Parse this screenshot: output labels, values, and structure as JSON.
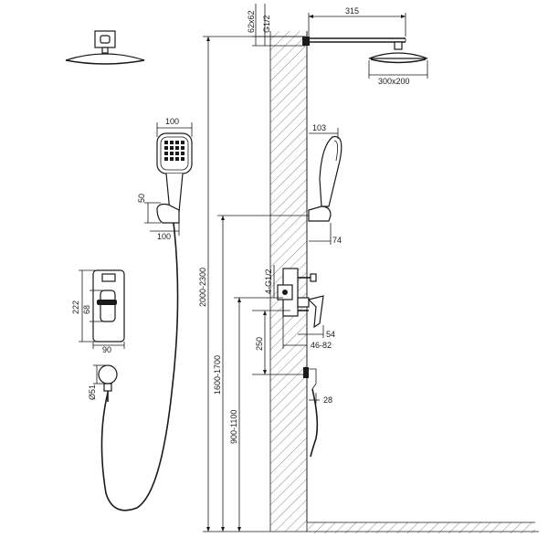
{
  "dimensions": {
    "head_nipple": "62x62",
    "head_thread": "G1/2",
    "arm_length": "315",
    "head_size": "300x200",
    "handshower_width": "100",
    "holder_height": "50",
    "holder_width": "100",
    "handshower_offset": "103",
    "holder_projection": "74",
    "plate_height": "222",
    "handle_height": "68",
    "plate_width": "90",
    "outlet_diameter": "Ø51",
    "total_height": "2000-2300",
    "holder_mount_height": "1600-1700",
    "mixer_height": "900-1100",
    "mixer_threads": "4-G1/2",
    "outlet_spacing": "250",
    "handle_projection": "54",
    "body_depth": "46-82",
    "outlet_projection": "28"
  },
  "colors": {
    "line": "#1a1a1a",
    "hatch": "#555555",
    "background": "#ffffff"
  }
}
